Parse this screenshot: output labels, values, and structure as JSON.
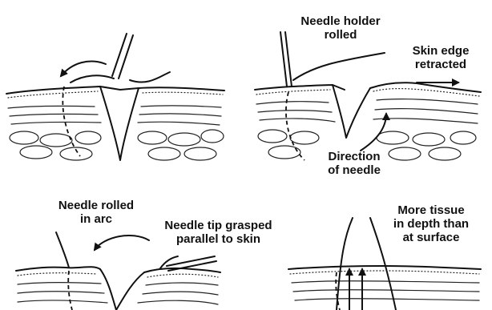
{
  "figure": {
    "panels": [
      {
        "id": "panel-top-left",
        "labels": []
      },
      {
        "id": "panel-top-right",
        "labels": [
          {
            "key": "needle-holder-rolled",
            "text": "Needle holder\nrolled"
          },
          {
            "key": "skin-edge-retracted",
            "text": "Skin edge\nretracted"
          },
          {
            "key": "direction-of-needle",
            "text": "Direction\nof needle"
          }
        ]
      },
      {
        "id": "panel-bottom-left",
        "labels": [
          {
            "key": "needle-rolled-in-arc",
            "text": "Needle rolled\nin arc"
          },
          {
            "key": "needle-tip-grasped",
            "text": "Needle tip grasped\nparallel to skin"
          }
        ]
      },
      {
        "id": "panel-bottom-right",
        "labels": [
          {
            "key": "more-tissue-in-depth",
            "text": "More tissue\nin depth than\nat surface"
          }
        ]
      }
    ]
  },
  "labels": {
    "needle_holder_rolled": "Needle holder\nrolled",
    "skin_edge_retracted": "Skin edge\nretracted",
    "direction_of_needle": "Direction\nof needle",
    "needle_rolled_in_arc": "Needle rolled\nin arc",
    "needle_tip_grasped": "Needle tip grasped\nparallel to skin",
    "more_tissue_in_depth": "More tissue\nin depth than\nat surface"
  },
  "colors": {
    "ink": "#111111",
    "background": "#ffffff"
  }
}
